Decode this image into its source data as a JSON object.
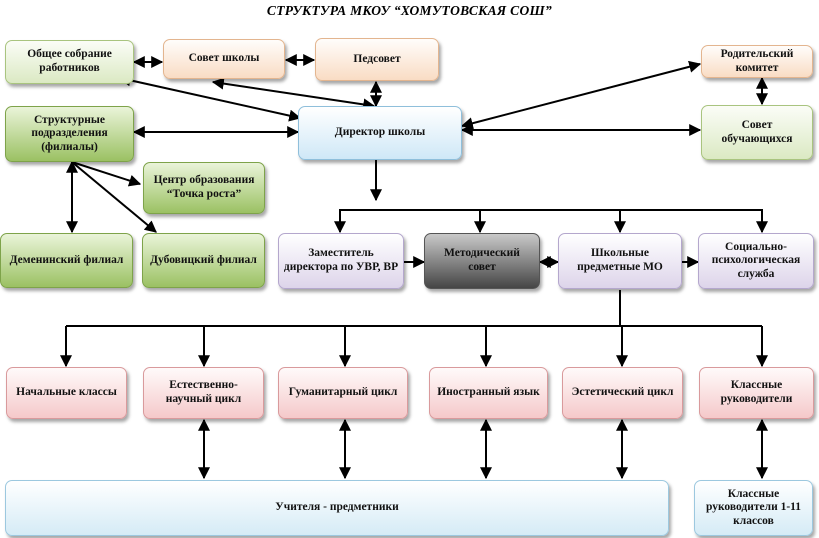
{
  "title": "СТРУКТУРА МКОУ “ХОМУТОВСКАЯ СОШ”",
  "nodes": {
    "general_meeting": "Общее собрание работников",
    "school_council": "Совет школы",
    "pedsovet": "Педсовет",
    "parent_committee": "Родительский комитет",
    "structural_divisions": "Структурные подразделения (филиалы)",
    "director": "Директор школы",
    "student_council": "Совет обучающихся",
    "tochka_rosta": "Центр образования “Точка роста”",
    "deminsky": "Деменинский филиал",
    "dubovitsky": "Дубовицкий филиал",
    "deputy": "Заместитель директора по УВР, ВР",
    "methodical_council": "Методический совет",
    "school_mo": "Школьные предметные МО",
    "psych_service": "Социально-психологическая служба",
    "primary": "Начальные классы",
    "natural_science": "Естественно-научный цикл",
    "humanities": "Гуманитарный цикл",
    "foreign_language": "Иностранный язык",
    "aesthetic": "Эстетический цикл",
    "class_teachers": "Классные руководители",
    "subject_teachers": "Учителя - предметники",
    "class_teachers_1_11": "Классные руководители 1-11 классов"
  }
}
